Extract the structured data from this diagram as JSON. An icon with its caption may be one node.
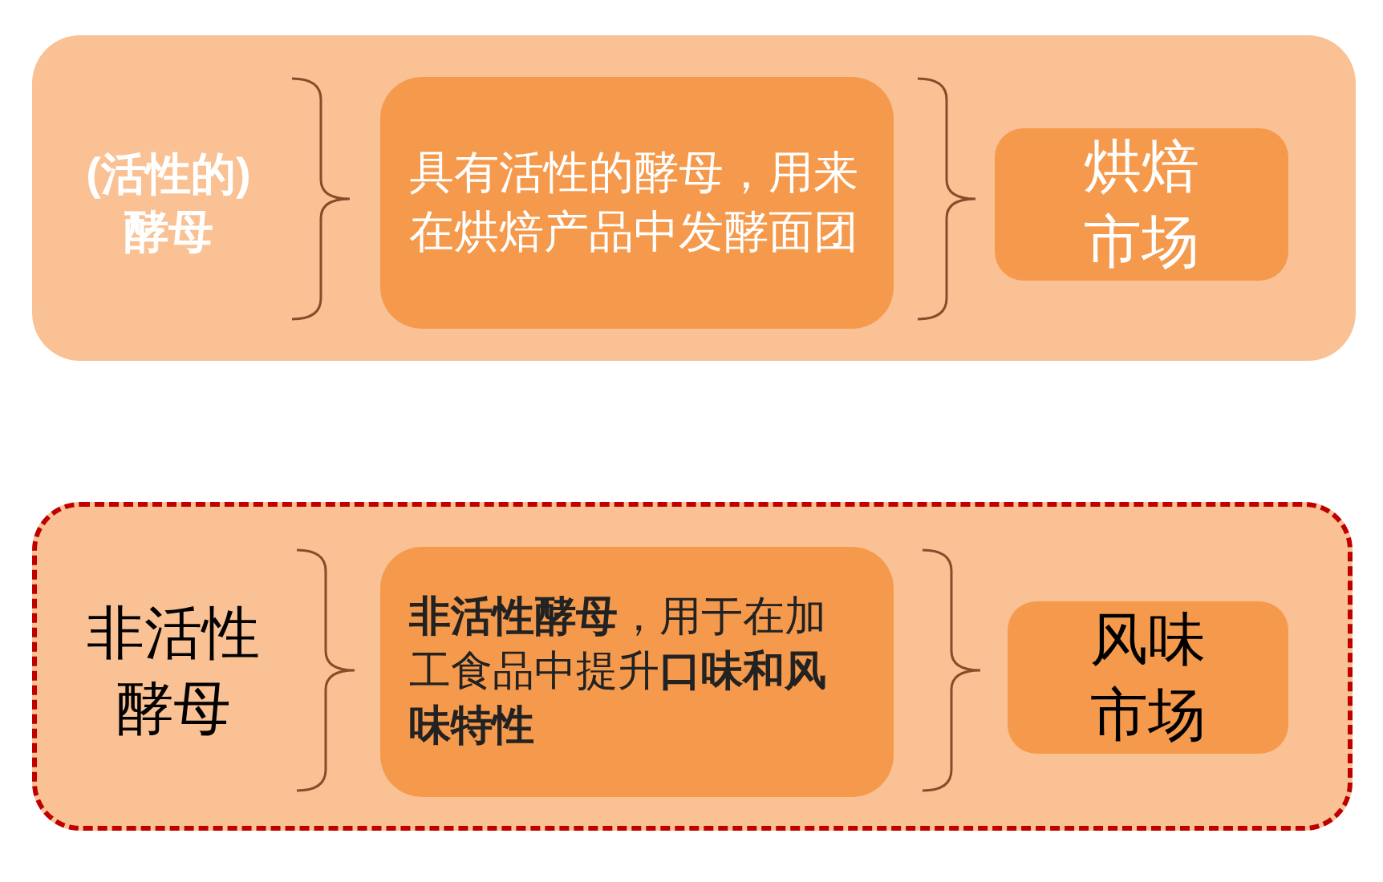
{
  "diagram": {
    "nodes": [
      {
        "text": [
          "(活性的)酵母"
        ]
      },
      {
        "text": [
          "具有活性的酵母，用来在烘焙产品中发酵面团"
        ],
        "in": 0
      },
      {
        "text": [
          "烘焙市场"
        ],
        "in": 0
      },
      {
        "text": [
          "非活性酵母"
        ]
      },
      {
        "text": [
          "**非活性酵母**，用于在加工食品中提升**口味和风味特性**"
        ],
        "in": 3
      },
      {
        "text": [
          "风味市场"
        ],
        "in": 3
      }
    ]
  }
}
